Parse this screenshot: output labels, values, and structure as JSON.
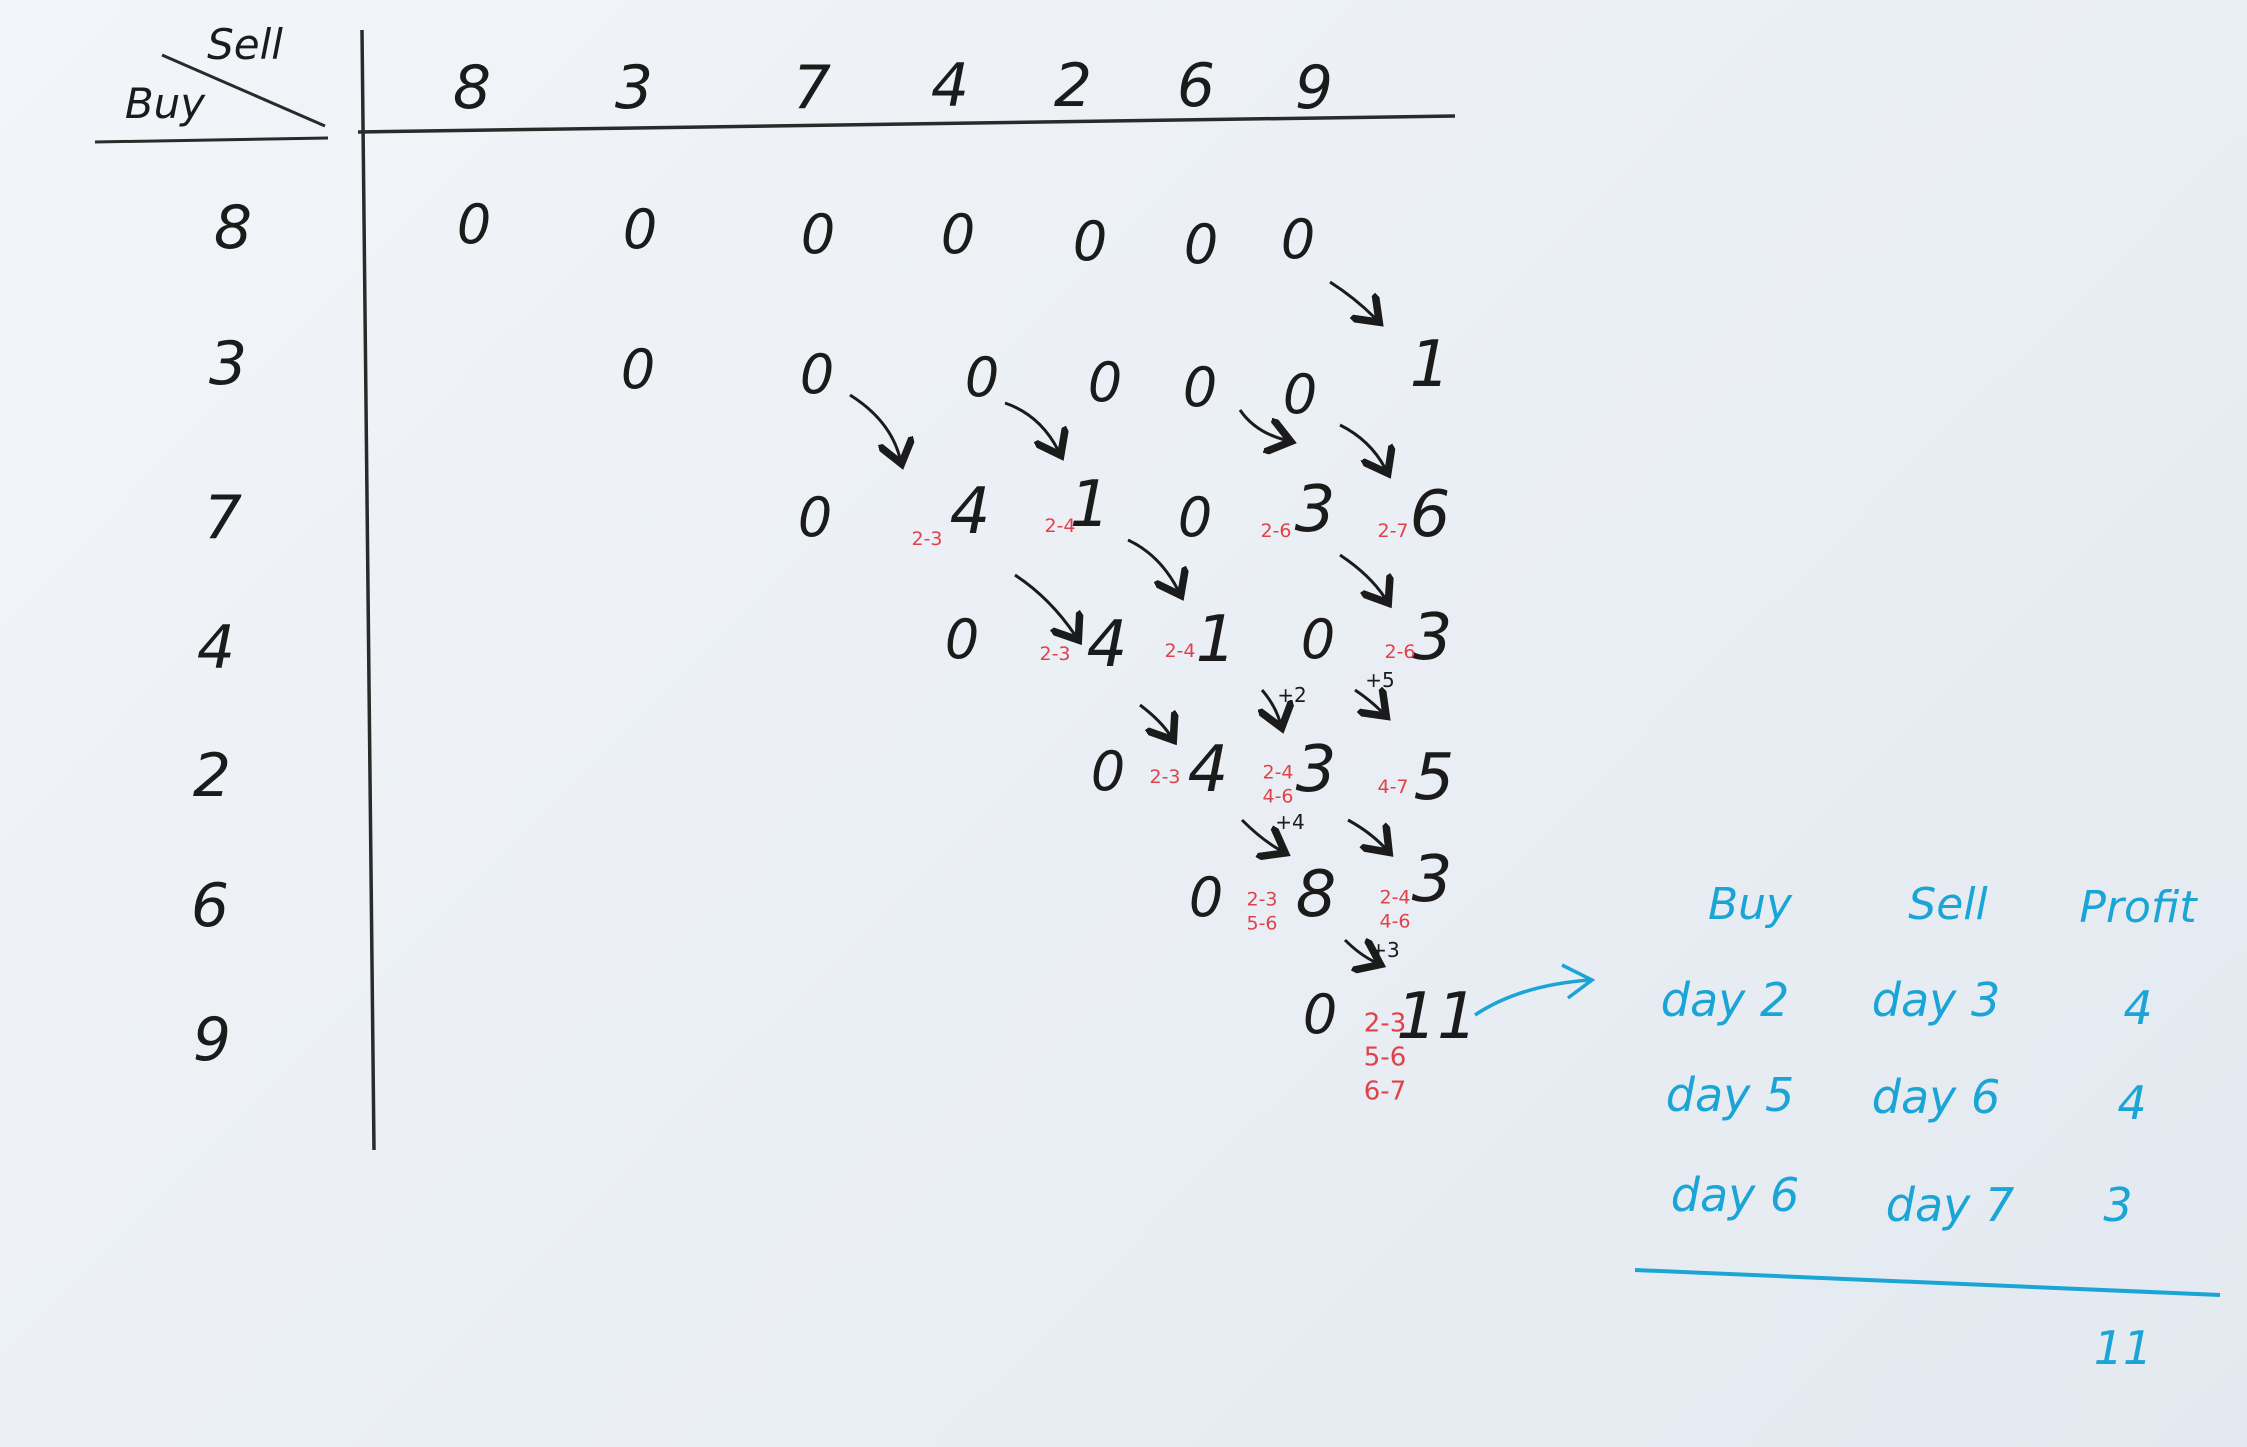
{
  "corner": {
    "sell": "Sell",
    "buy": "Buy"
  },
  "prices": [
    "8",
    "3",
    "7",
    "4",
    "2",
    "6",
    "9"
  ],
  "matrix": {
    "row1": [
      "0",
      "0",
      "0",
      "0",
      "0",
      "0",
      "0"
    ],
    "row2": [
      "0",
      "0",
      "0",
      "0",
      "0",
      "0",
      "1"
    ],
    "row3": [
      "0",
      "4",
      "1",
      "0",
      "3",
      "6"
    ],
    "row4": [
      "0",
      "4",
      "1",
      "0",
      "3"
    ],
    "row5": [
      "0",
      "4",
      "3",
      "5"
    ],
    "row6": [
      "0",
      "8",
      "3"
    ],
    "row7": [
      "0",
      "11"
    ]
  },
  "annotations": {
    "r3": [
      "2-3",
      "2-4",
      "2-6",
      "2-7"
    ],
    "r4": [
      "2-3",
      "2-4",
      "2-6"
    ],
    "r5": [
      "2-3",
      "2-4\n4-6",
      "4-7"
    ],
    "r6": [
      "2-3\n5-6",
      "2-4\n4-6"
    ],
    "r7": "2-3\n5-6\n6-7"
  },
  "arrow_tags": [
    "+2",
    "+5",
    "+4",
    "+3"
  ],
  "summary": {
    "headers": [
      "Buy",
      "Sell",
      "Profit"
    ],
    "rows": [
      [
        "day 2",
        "day 3",
        "4"
      ],
      [
        "day 5",
        "day 6",
        "4"
      ],
      [
        "day 6",
        "day 7",
        "3"
      ]
    ],
    "total": "11"
  },
  "colors": {
    "ink": "#1b1b1b",
    "red": "#e0424a",
    "cyan": "#1ba4d6",
    "board": "#eef2f6"
  }
}
